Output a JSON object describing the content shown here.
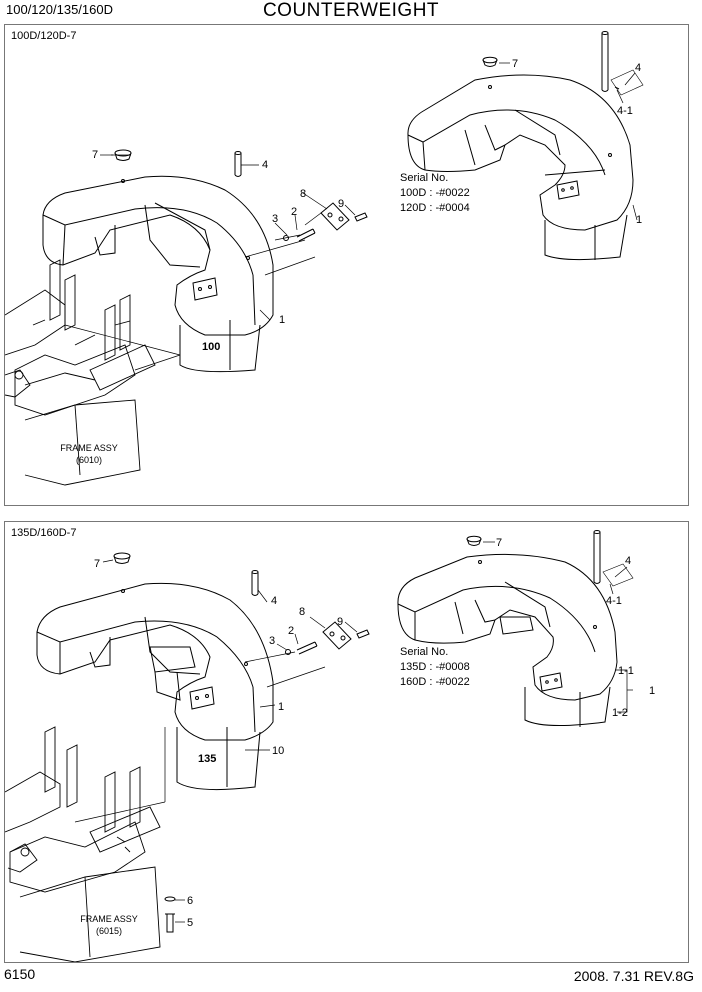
{
  "header": {
    "models": "100/120/135/160D",
    "title": "COUNTERWEIGHT"
  },
  "top_panel": {
    "label": "100D/120D-7",
    "serial": [
      "Serial No.",
      "100D : -#0022",
      "120D : -#0004"
    ],
    "frame": [
      "FRAME ASSY",
      "(6010)"
    ],
    "stamp": "100",
    "callouts": {
      "c7a": "7",
      "c4a": "4",
      "c8": "8",
      "c9": "9",
      "c3": "3",
      "c2": "2",
      "c1a": "1",
      "c7b": "7",
      "c4b": "4",
      "c41": "4-1",
      "c1b": "1"
    }
  },
  "bottom_panel": {
    "label": "135D/160D-7",
    "serial": [
      "Serial No.",
      "135D : -#0008",
      "160D : -#0022"
    ],
    "frame": [
      "FRAME ASSY",
      "(6015)"
    ],
    "stamp": "135",
    "callouts": {
      "c7a": "7",
      "c4a": "4",
      "c8": "8",
      "c9": "9",
      "c3": "3",
      "c2": "2",
      "c1a": "1",
      "c10": "10",
      "c6": "6",
      "c5": "5",
      "c7b": "7",
      "c4b": "4",
      "c41": "4-1",
      "c11": "1-1",
      "c1": "1",
      "c12": "1-2"
    }
  },
  "footer": {
    "page": "6150",
    "revision": "2008. 7.31 REV.8G"
  }
}
